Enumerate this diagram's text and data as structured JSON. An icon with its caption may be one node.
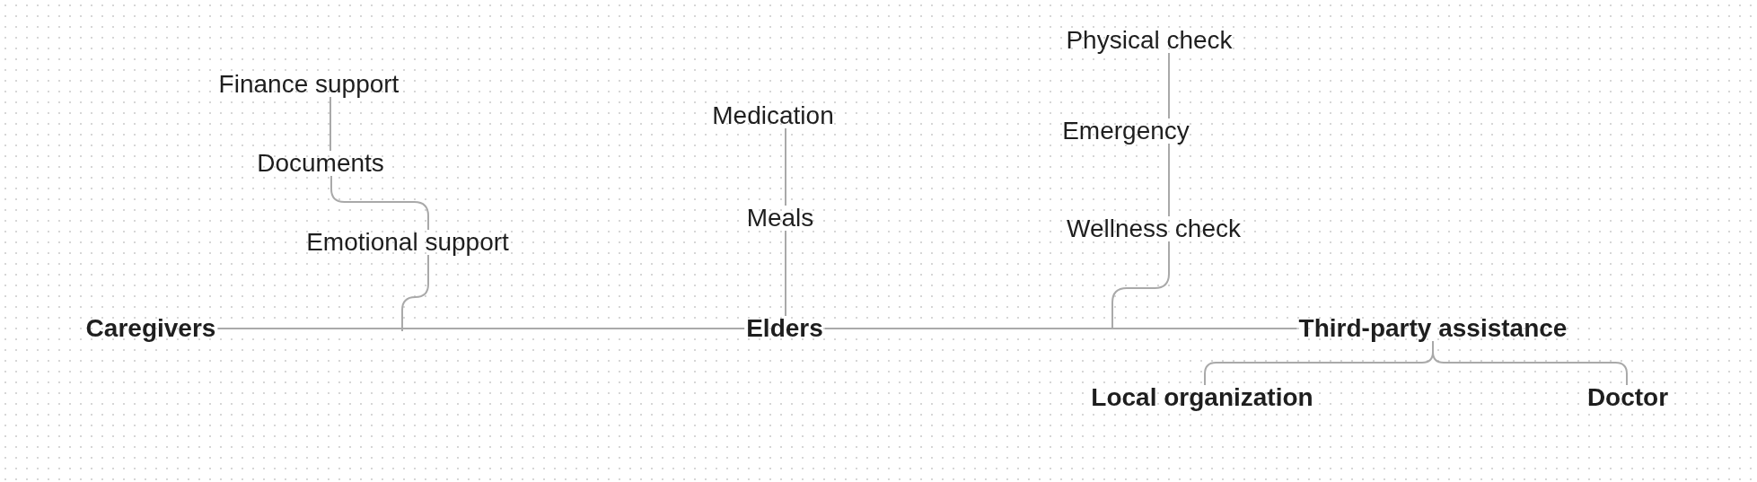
{
  "diagram": {
    "nodes": [
      {
        "text": [
          "Finance support"
        ]
      },
      {
        "text": [
          "Documents"
        ]
      },
      {
        "text": [
          "Emotional support"
        ]
      },
      {
        "text": [
          "Caregivers"
        ]
      },
      {
        "text": [
          "Medication"
        ]
      },
      {
        "text": [
          "Meals"
        ]
      },
      {
        "text": [
          "Elders"
        ]
      },
      {
        "text": [
          "Physical check"
        ]
      },
      {
        "text": [
          "Emergency"
        ]
      },
      {
        "text": [
          "Wellness check"
        ]
      },
      {
        "text": [
          "Third-party assistance"
        ]
      },
      {
        "text": [
          "Local organization"
        ]
      },
      {
        "text": [
          "Doctor"
        ]
      }
    ],
    "edges": [
      {
        "from": 0,
        "to": 1,
        "arrow": "none"
      },
      {
        "from": 1,
        "to": 2,
        "arrow": "none"
      },
      {
        "from": 2,
        "to": null,
        "arrow": "none"
      },
      {
        "from": 3,
        "to": 6,
        "arrow": "none"
      },
      {
        "from": 4,
        "to": 5,
        "arrow": "none"
      },
      {
        "from": 5,
        "to": 6,
        "arrow": "none"
      },
      {
        "from": 7,
        "to": 8,
        "arrow": "none"
      },
      {
        "from": 8,
        "to": 9,
        "arrow": "none"
      },
      {
        "from": 9,
        "to": null,
        "arrow": "none"
      },
      {
        "from": 6,
        "to": 10,
        "arrow": "none"
      },
      {
        "from": 10,
        "to": 11,
        "arrow": "none"
      },
      {
        "from": 10,
        "to": 12,
        "arrow": "none"
      }
    ]
  }
}
